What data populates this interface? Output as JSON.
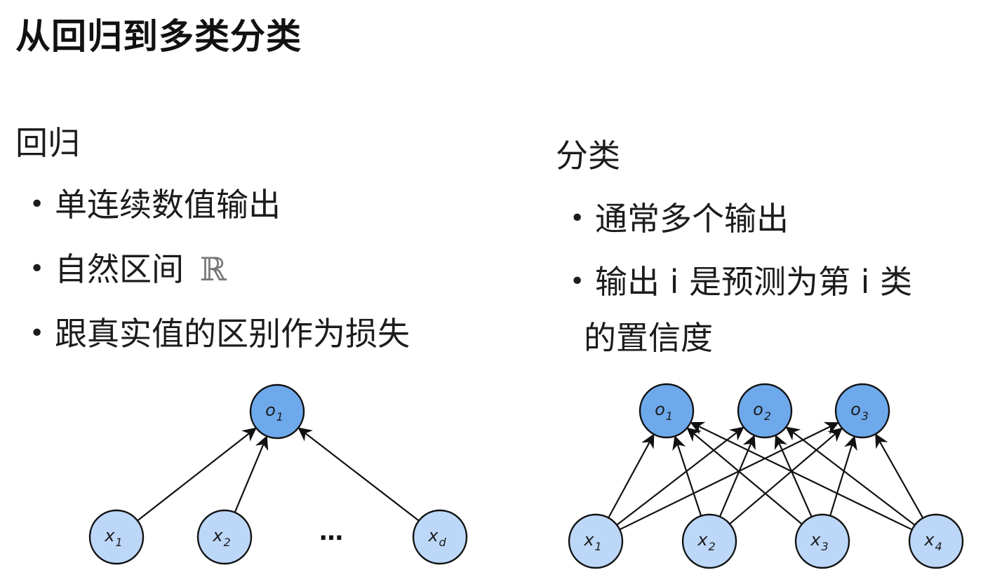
{
  "title": "从回归到多类分类",
  "regression": {
    "heading": "回归",
    "bullets": [
      {
        "bullet": "•",
        "text": "单连续数值输出"
      },
      {
        "bullet": "•",
        "text": "自然区间",
        "symbol": "ℝ"
      },
      {
        "bullet": "•",
        "text": "跟真实值的区别作为损失"
      }
    ],
    "diagram": {
      "output": {
        "base": "o",
        "sub": "1"
      },
      "inputs": [
        {
          "base": "x",
          "sub": "1"
        },
        {
          "base": "x",
          "sub": "2"
        },
        {
          "base": "x",
          "sub": "d"
        }
      ],
      "ellipsis": "…"
    }
  },
  "classification": {
    "heading": "分类",
    "bullets": [
      {
        "bullet": "•",
        "text": "通常多个输出"
      },
      {
        "bullet": "•",
        "text": "输出 i 是预测为第 i 类",
        "continuation": "的置信度"
      }
    ],
    "diagram": {
      "outputs": [
        {
          "base": "o",
          "sub": "1"
        },
        {
          "base": "o",
          "sub": "2"
        },
        {
          "base": "o",
          "sub": "3"
        }
      ],
      "inputs": [
        {
          "base": "x",
          "sub": "1"
        },
        {
          "base": "x",
          "sub": "2"
        },
        {
          "base": "x",
          "sub": "3"
        },
        {
          "base": "x",
          "sub": "4"
        }
      ]
    }
  },
  "colors": {
    "output_node": "#6ea9ec",
    "input_node": "#bcd7f8",
    "edge": "#111111"
  }
}
